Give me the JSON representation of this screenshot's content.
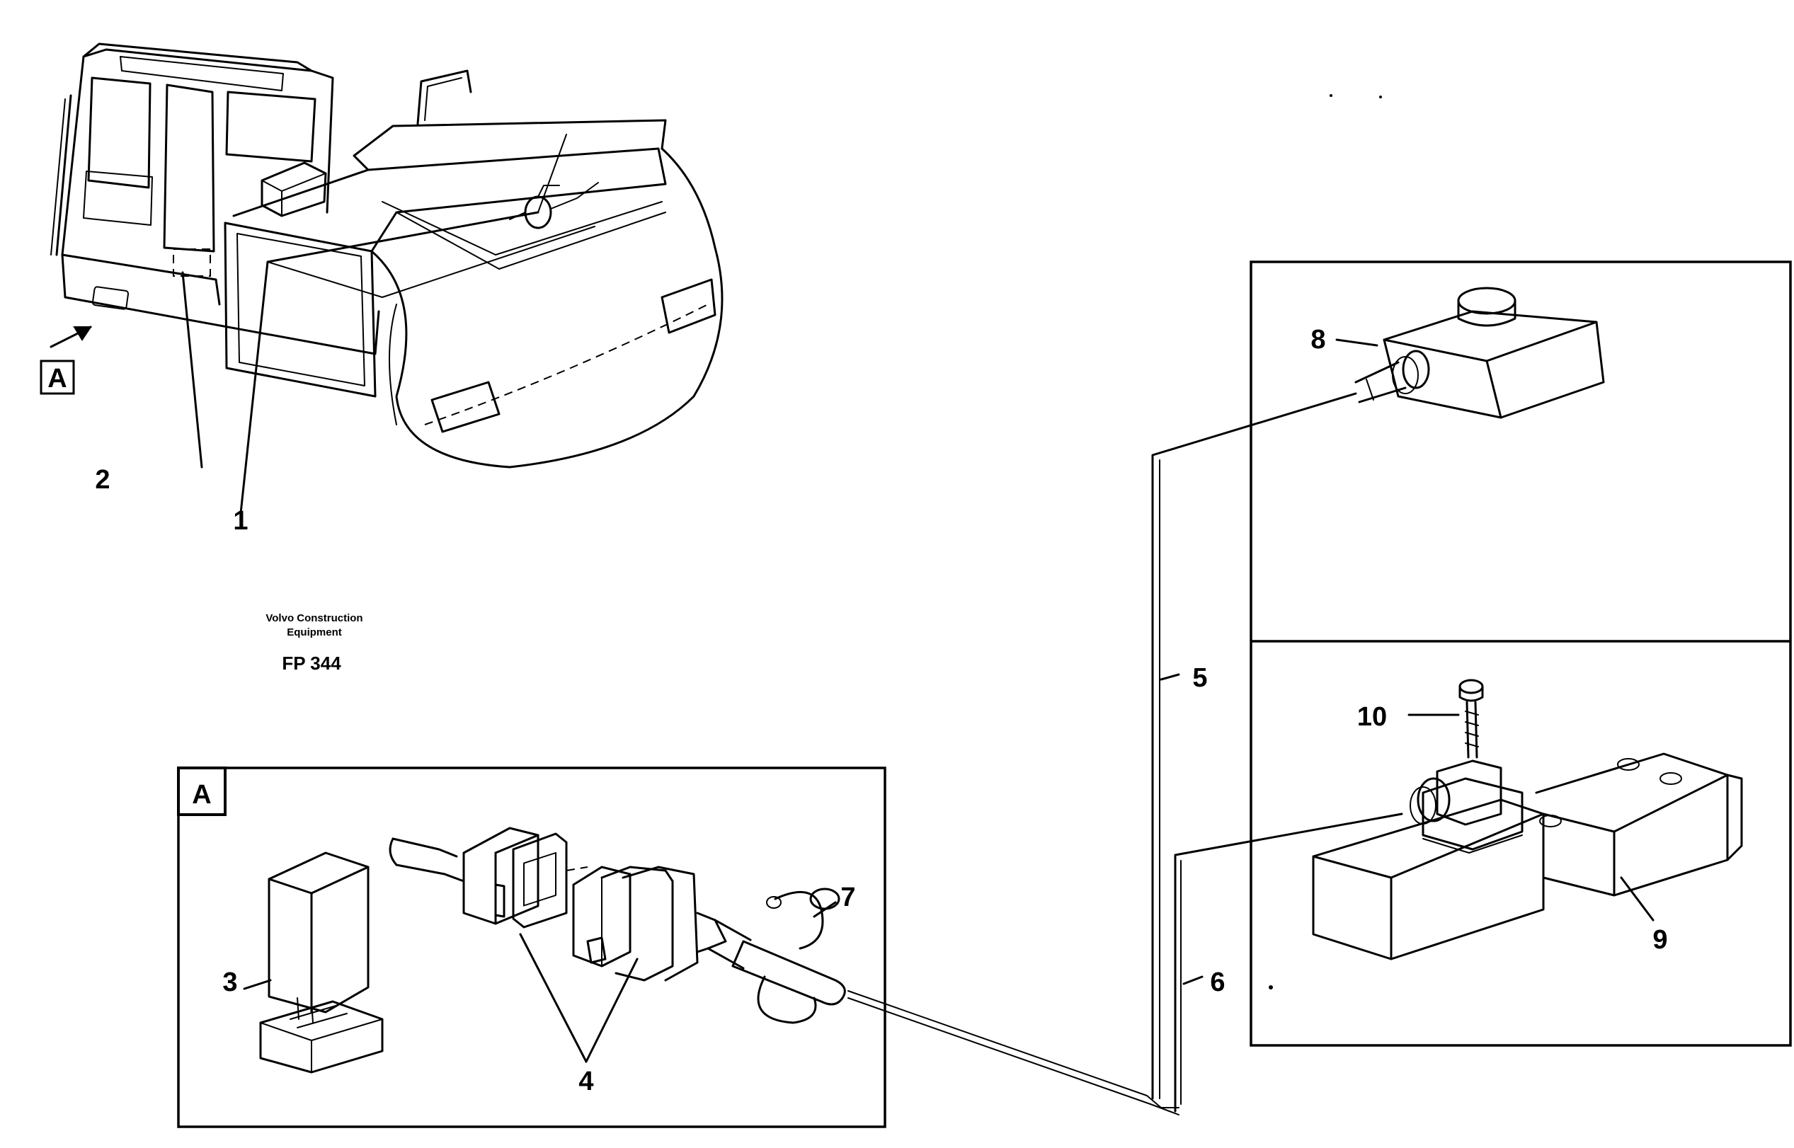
{
  "publisher": {
    "line1": "Volvo Construction",
    "line2": "Equipment",
    "figure_code": "FP 344"
  },
  "view_marker": "A",
  "detail_frame_label": "A",
  "callouts": {
    "c1": "1",
    "c2": "2",
    "c3": "3",
    "c4": "4",
    "c5": "5",
    "c6": "6",
    "c7": "7",
    "c8": "8",
    "c9": "9",
    "c10": "10"
  }
}
